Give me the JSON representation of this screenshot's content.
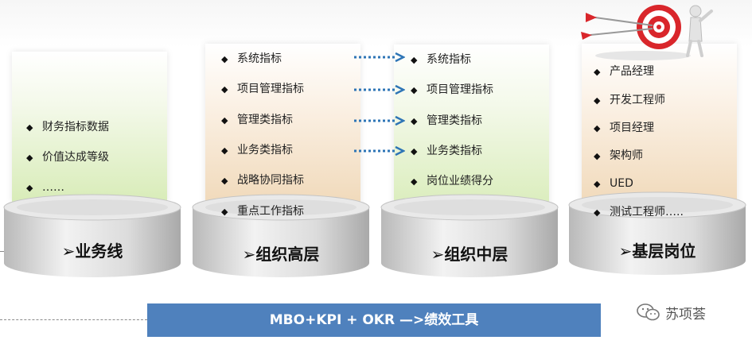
{
  "columns": [
    {
      "label": "➢业务线",
      "items": [
        "财务指标数据",
        "价值达成等级",
        "……"
      ]
    },
    {
      "label": "➢组织高层",
      "items": [
        "系统指标",
        "项目管理指标",
        "管理类指标",
        "业务类指标",
        "战略协同指标",
        "重点工作指标"
      ]
    },
    {
      "label": "➢组织中层",
      "items": [
        "系统指标",
        "项目管理指标",
        "管理类指标",
        "业务类指标",
        "岗位业绩得分"
      ]
    },
    {
      "label": "➢基层岗位",
      "items": [
        "产品经理",
        "开发工程师",
        "项目经理",
        "架构师",
        "UED",
        "测试工程师….."
      ]
    }
  ],
  "bullet_glyph": "◆",
  "bottom_bar": "MBO+KPI + OKR —>绩效工具",
  "watermark": "苏项荟",
  "colors": {
    "bar_blue": "#4f81bd",
    "arrow_blue": "#2e75b6",
    "panel_green": "#d8ecb8",
    "panel_peach": "#efd6b4",
    "target_red": "#d9262b"
  },
  "icons": [
    "target-with-darts-icon",
    "wechat-icon"
  ]
}
